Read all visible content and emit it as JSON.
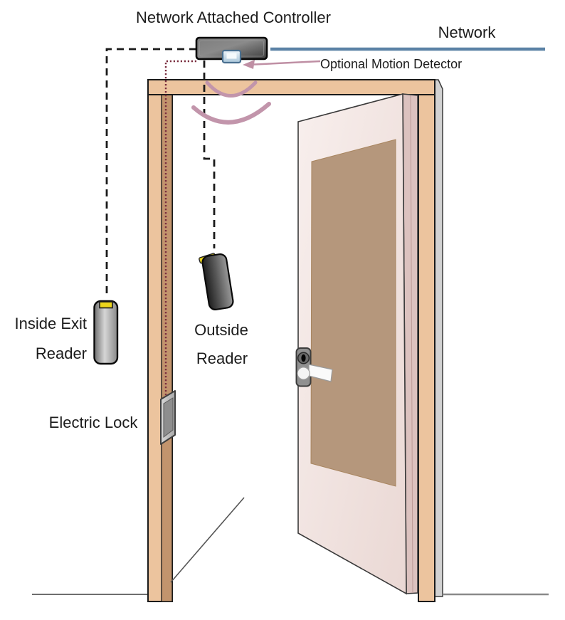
{
  "labels": {
    "controller": "Network Attached Controller",
    "network": "Network",
    "motion_detector": "Optional Motion Detector",
    "inside_reader": [
      "Inside Exit",
      "Reader"
    ],
    "outside_reader": [
      "Outside",
      "Reader"
    ],
    "electric_lock": "Electric Lock"
  },
  "colors": {
    "network_line": "#5b82a6",
    "motion_accent": "#c295ab",
    "motion_arrow": "#bf8fa4",
    "frame_wood": "#ecc49e",
    "frame_stop_strip": "#c2946d",
    "door_face": "#f4e8e5",
    "door_edge": "#dcc2bf",
    "door_panel": "#b5977c",
    "device_gray": "#8f8f8f",
    "indicator_yellow": "#ecd51c",
    "controller_body": "#5a5a5a",
    "controller_port_blue": "#cfe0ea",
    "wire_dashed": "#1a1a1a",
    "wire_dotted": "#7a2e3f",
    "floor_line": "#3f3f3f"
  }
}
